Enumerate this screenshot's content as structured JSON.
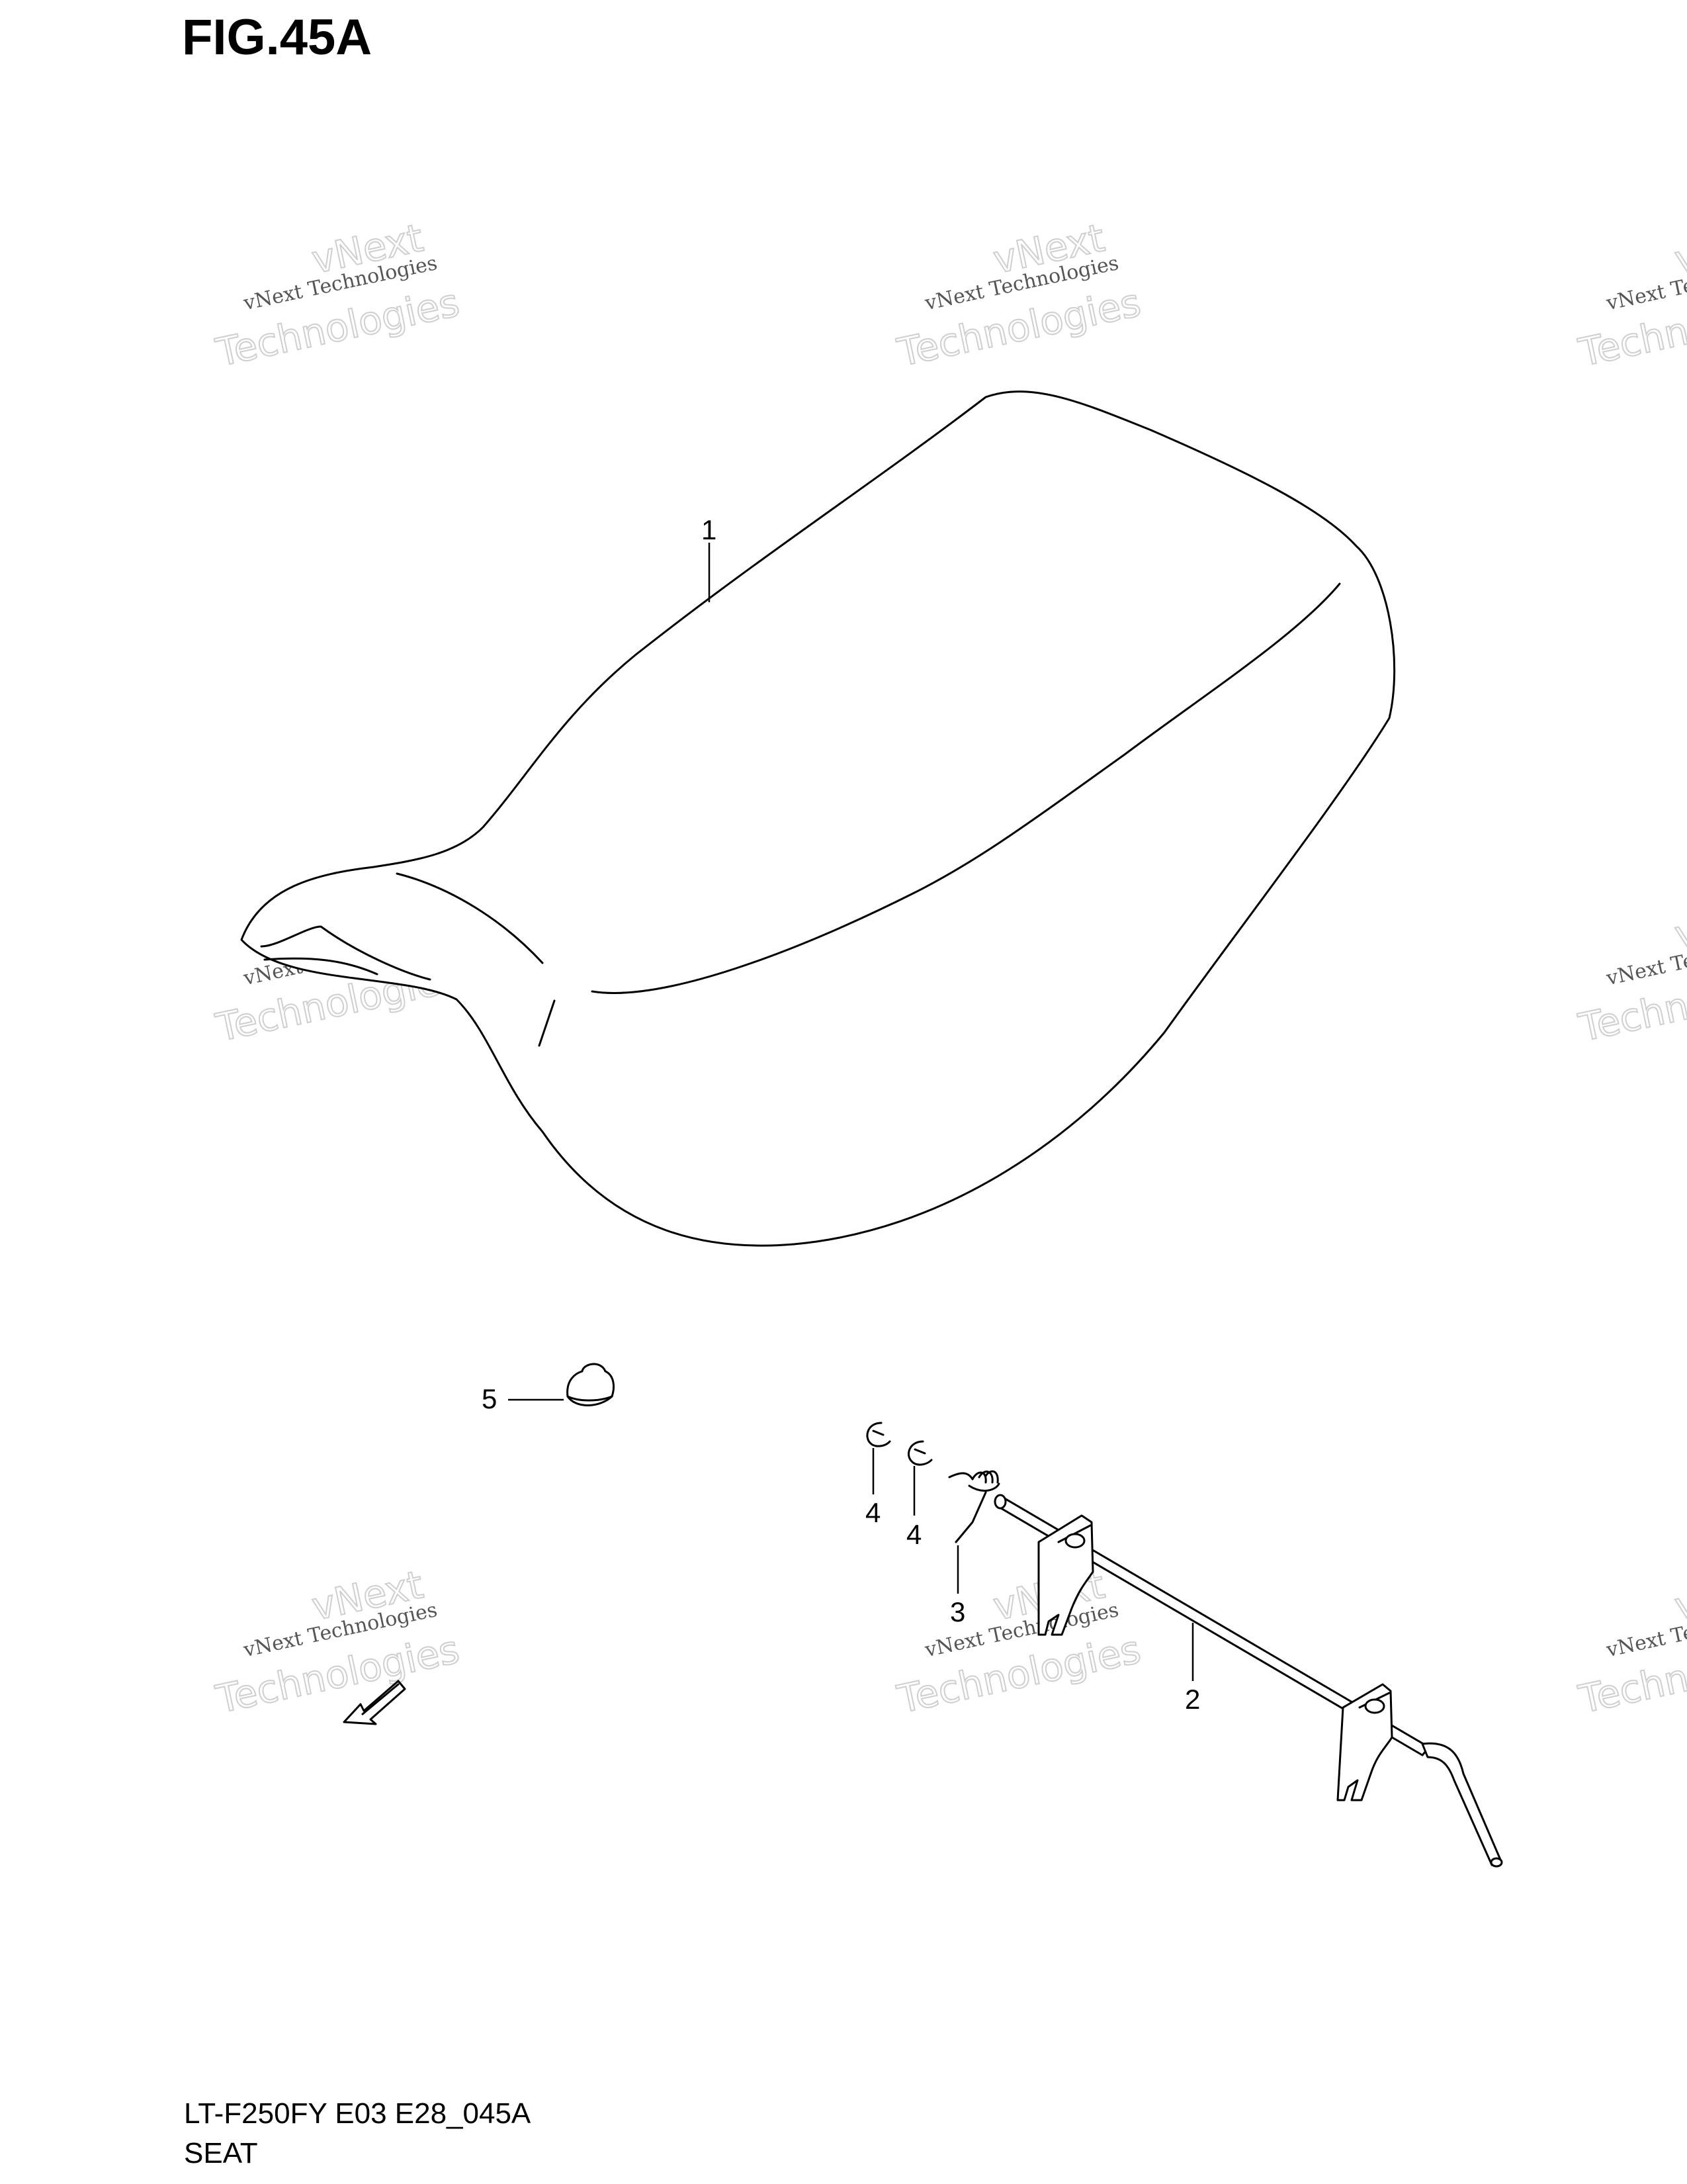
{
  "figure_title": "FIG.45A",
  "callouts": {
    "seat": "1",
    "latch_rod": "2",
    "spring": "3",
    "clip_a": "4",
    "clip_b": "4",
    "cushion": "5"
  },
  "footer": {
    "model_code": "LT-F250FY E03 E28_045A",
    "section_name": "SEAT"
  },
  "watermark": {
    "line1": "vNext",
    "line2": "vNext Technologies",
    "line3": "Technologies"
  }
}
